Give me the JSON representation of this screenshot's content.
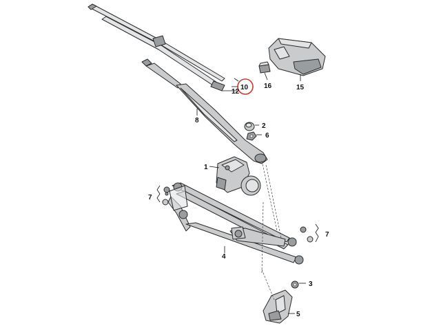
{
  "callouts": {
    "c1": "1",
    "c2": "2",
    "c3": "3",
    "c4": "4",
    "c5": "5",
    "c6": "6",
    "c7a": "7",
    "c7b": "7",
    "c8": "8",
    "c10": "10",
    "c12": "12",
    "c15": "15",
    "c16": "16"
  },
  "highlight": {
    "callout": "10",
    "color": "#d0352b"
  }
}
